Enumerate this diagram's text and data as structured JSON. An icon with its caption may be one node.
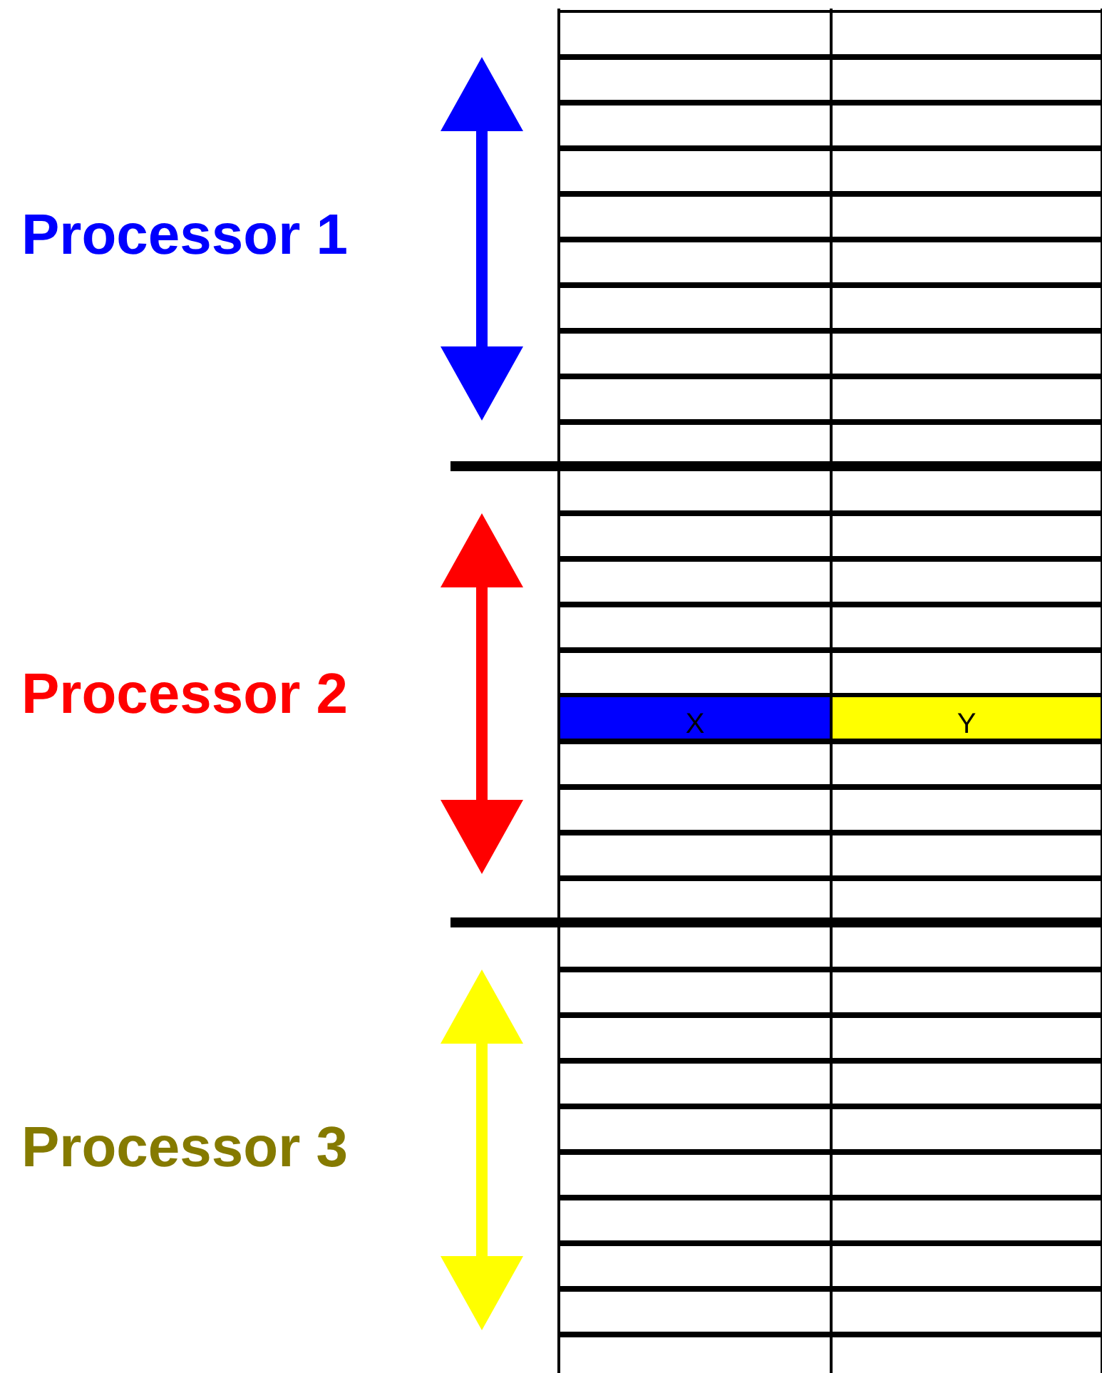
{
  "diagram": {
    "nodes": [
      {
        "text": [
          "X"
        ]
      },
      {
        "text": [
          "Y"
        ]
      }
    ],
    "labels": [
      "Processor 1",
      "Processor 2",
      "Processor 3"
    ]
  }
}
